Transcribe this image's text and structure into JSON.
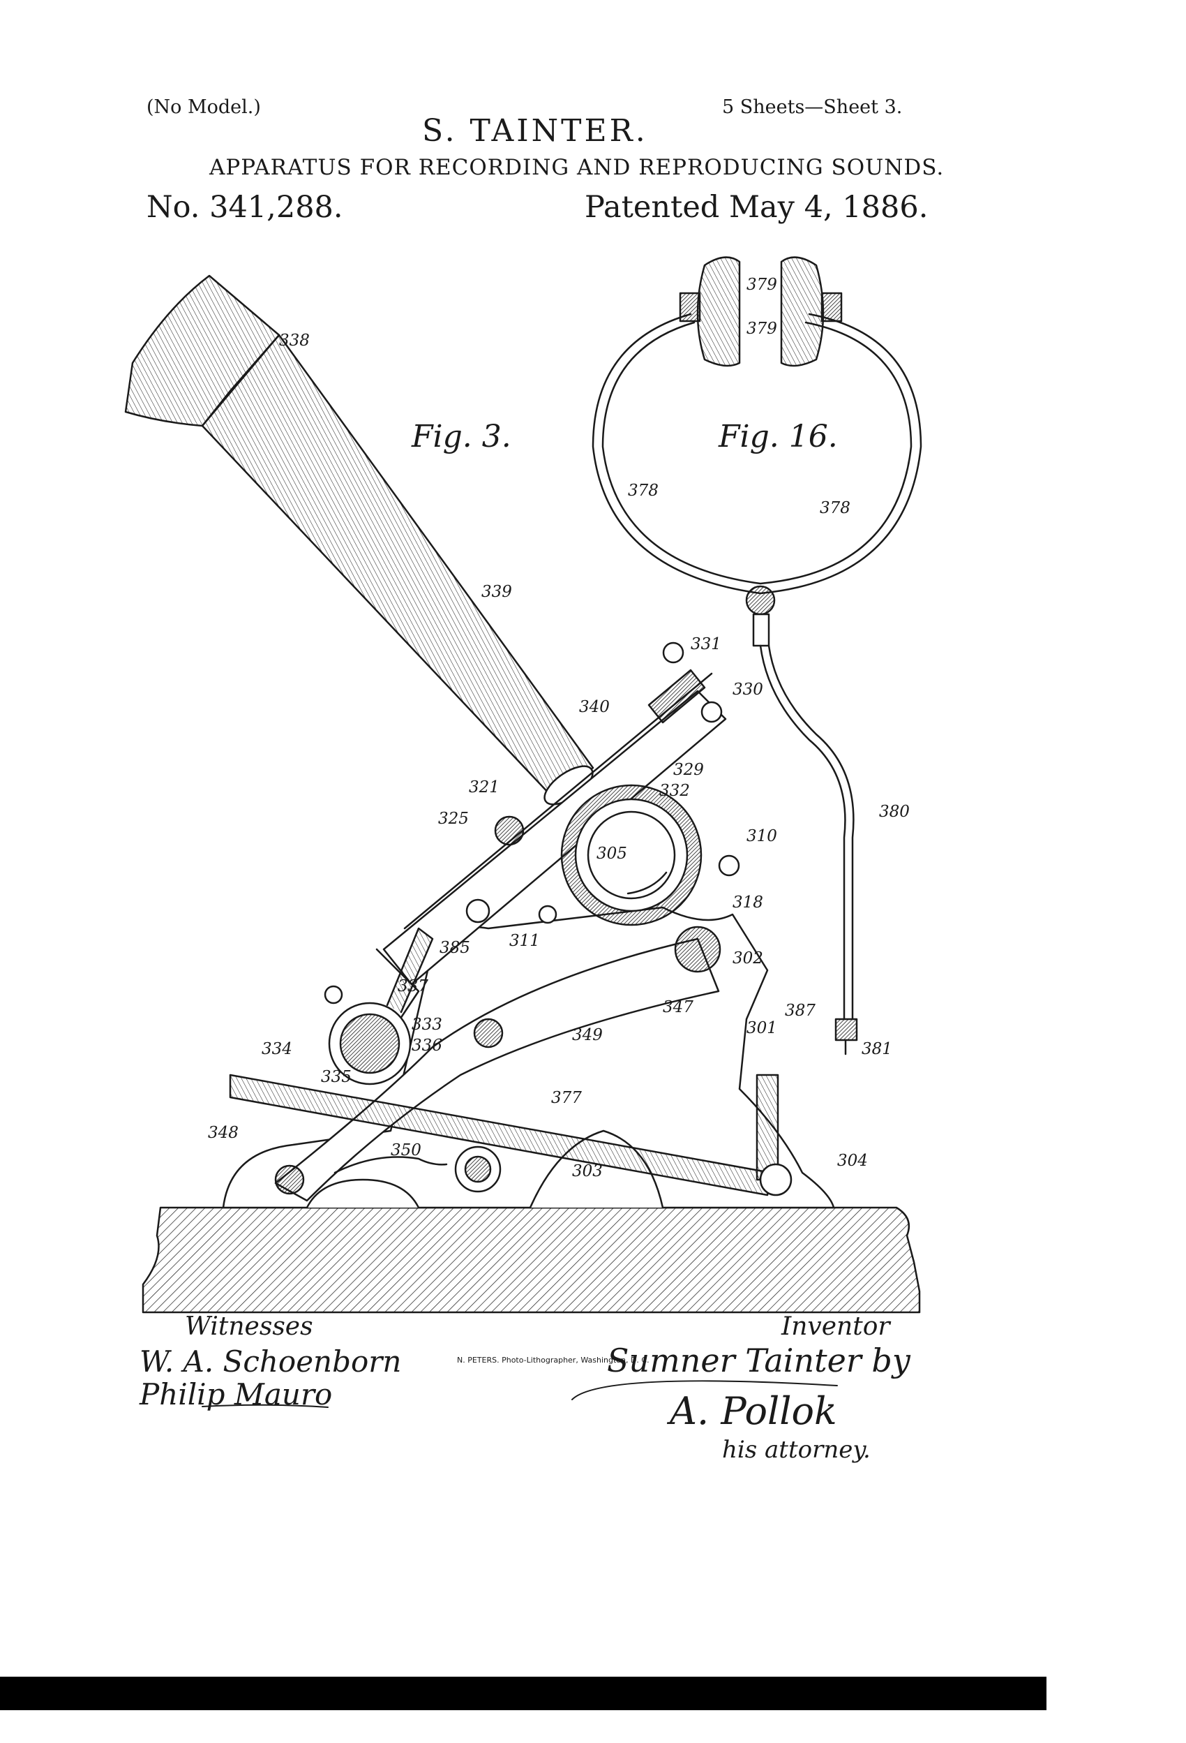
{
  "header": {
    "model_note": "(No Model.)",
    "inventor": "S. TAINTER.",
    "sheets": "5 Sheets—Sheet 3.",
    "title": "APPARATUS FOR RECORDING AND REPRODUCING SOUNDS.",
    "patent_number": "No. 341,288.",
    "patented_date": "Patented May 4, 1886."
  },
  "figures": {
    "fig3_label": "Fig. 3.",
    "fig16_label": "Fig. 16."
  },
  "reference_numerals": {
    "r338": "338",
    "r339": "339",
    "r340": "340",
    "r331": "331",
    "r330": "330",
    "r329": "329",
    "r332": "332",
    "r321": "321",
    "r325": "325",
    "r310": "310",
    "r305": "305",
    "r318": "318",
    "r385": "385",
    "r311": "311",
    "r302": "302",
    "r337": "337",
    "r333": "333",
    "r336": "336",
    "r334": "334",
    "r335": "335",
    "r347": "347",
    "r349": "349",
    "r301": "301",
    "r377": "377",
    "r348": "348",
    "r350": "350",
    "r303": "303",
    "r304": "304",
    "r379a": "379",
    "r379b": "379",
    "r378a": "378",
    "r378b": "378",
    "r380": "380",
    "r387": "387",
    "r381": "381"
  },
  "signatures": {
    "witnesses_heading": "Witnesses",
    "witness_1": "W. A. Schoenborn",
    "witness_2": "Philip Mauro",
    "inventor_heading": "Inventor",
    "inventor_signature": "Sumner Tainter by",
    "attorney_signature": "A. Pollok",
    "attorney_note": "his attorney."
  },
  "footer": {
    "lithographer": "N. PETERS. Photo-Lithographer, Washington, D. C."
  },
  "colors": {
    "ink": "#1a1a1a",
    "paper": "#ffffff"
  }
}
